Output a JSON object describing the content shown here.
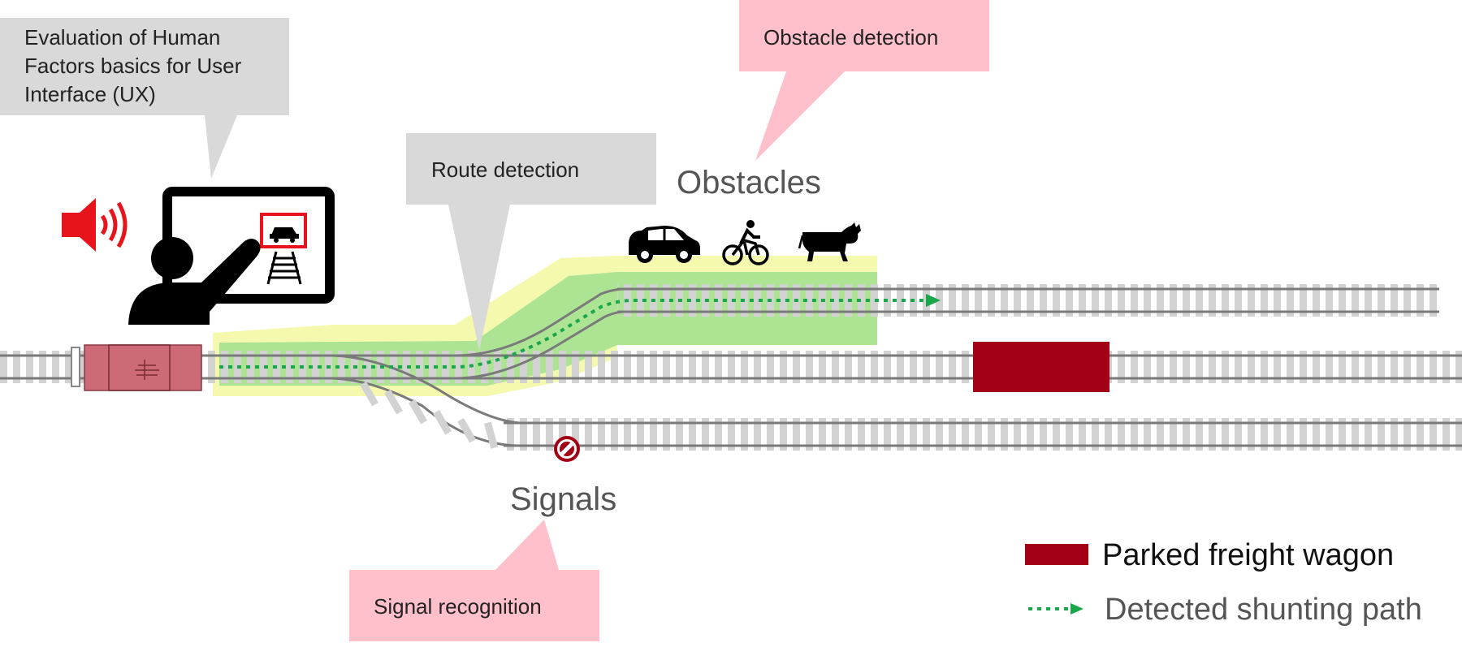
{
  "callouts": {
    "ux_line1": "Evaluation of Human",
    "ux_line2": "Factors basics for User",
    "ux_line3": "Interface (UX)",
    "route": "Route detection",
    "obstacle": "Obstacle detection",
    "signal": "Signal recognition"
  },
  "labels": {
    "obstacles": "Obstacles",
    "signals": "Signals"
  },
  "legend": {
    "wagon": "Parked freight wagon",
    "path": "Detected shunting path"
  },
  "icons": [
    "speaker-icon",
    "presenter-screen-icon",
    "car-icon",
    "cyclist-icon",
    "cow-icon",
    "stop-signal-icon",
    "locomotive-icon"
  ],
  "colors": {
    "callout_gray": "#d9d9d9",
    "callout_pink": "#ffc0cb",
    "wagon": "#a30016",
    "locomotive": "#cc6a75",
    "path_green": "#1aa64a",
    "corridor_yellow": "#f3f8a0",
    "corridor_green": "#9fe08f",
    "speaker_red": "#e8141b"
  }
}
